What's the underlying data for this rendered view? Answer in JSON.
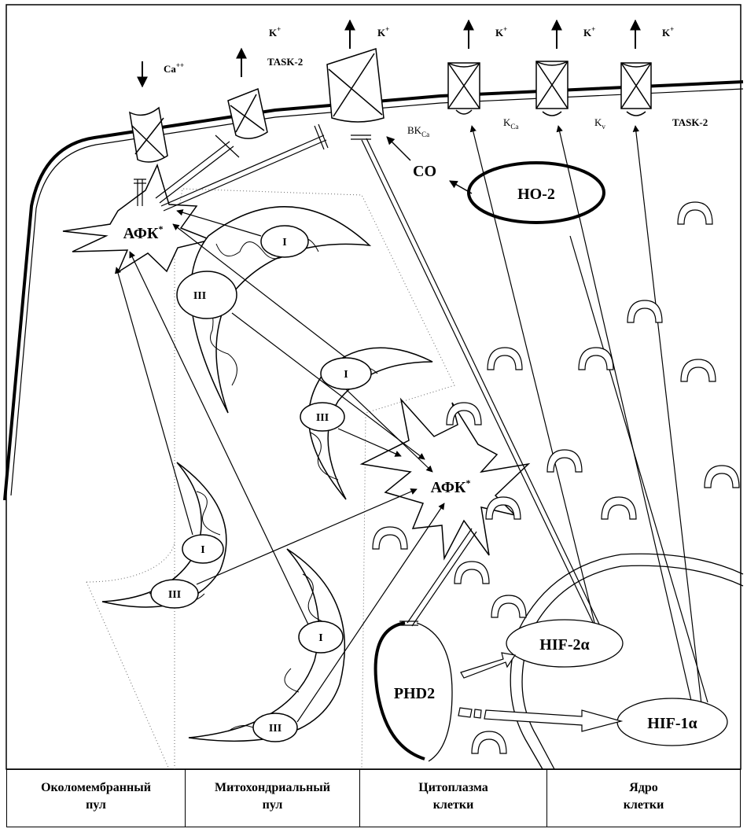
{
  "labels": {
    "ca": "Ca",
    "ca_sup": "++",
    "k": "K",
    "k_sup": "+",
    "task2_top": "TASK-2",
    "bk": "BK",
    "bk_sub": "Ca",
    "kca": "K",
    "kca_sub": "Ca",
    "kv": "K",
    "kv_sub": "v",
    "task2_right": "TASK-2",
    "co": "CO",
    "ho2": "HO-2",
    "ros_top": "АФК",
    "ros_center": "АФК",
    "ros_sup": "*",
    "complex_one": "I",
    "complex_three": "III",
    "phd2": "PHD2",
    "hif2a": "HIF-2α",
    "hif1a": "HIF-1α"
  },
  "footer": [
    {
      "line1": "Околомембранный",
      "line2": "пул"
    },
    {
      "line1": "Митохондриальный",
      "line2": "пул"
    },
    {
      "line1": "Цитоплазма",
      "line2": "клетки"
    },
    {
      "line1": "Ядро",
      "line2": "клетки"
    }
  ]
}
